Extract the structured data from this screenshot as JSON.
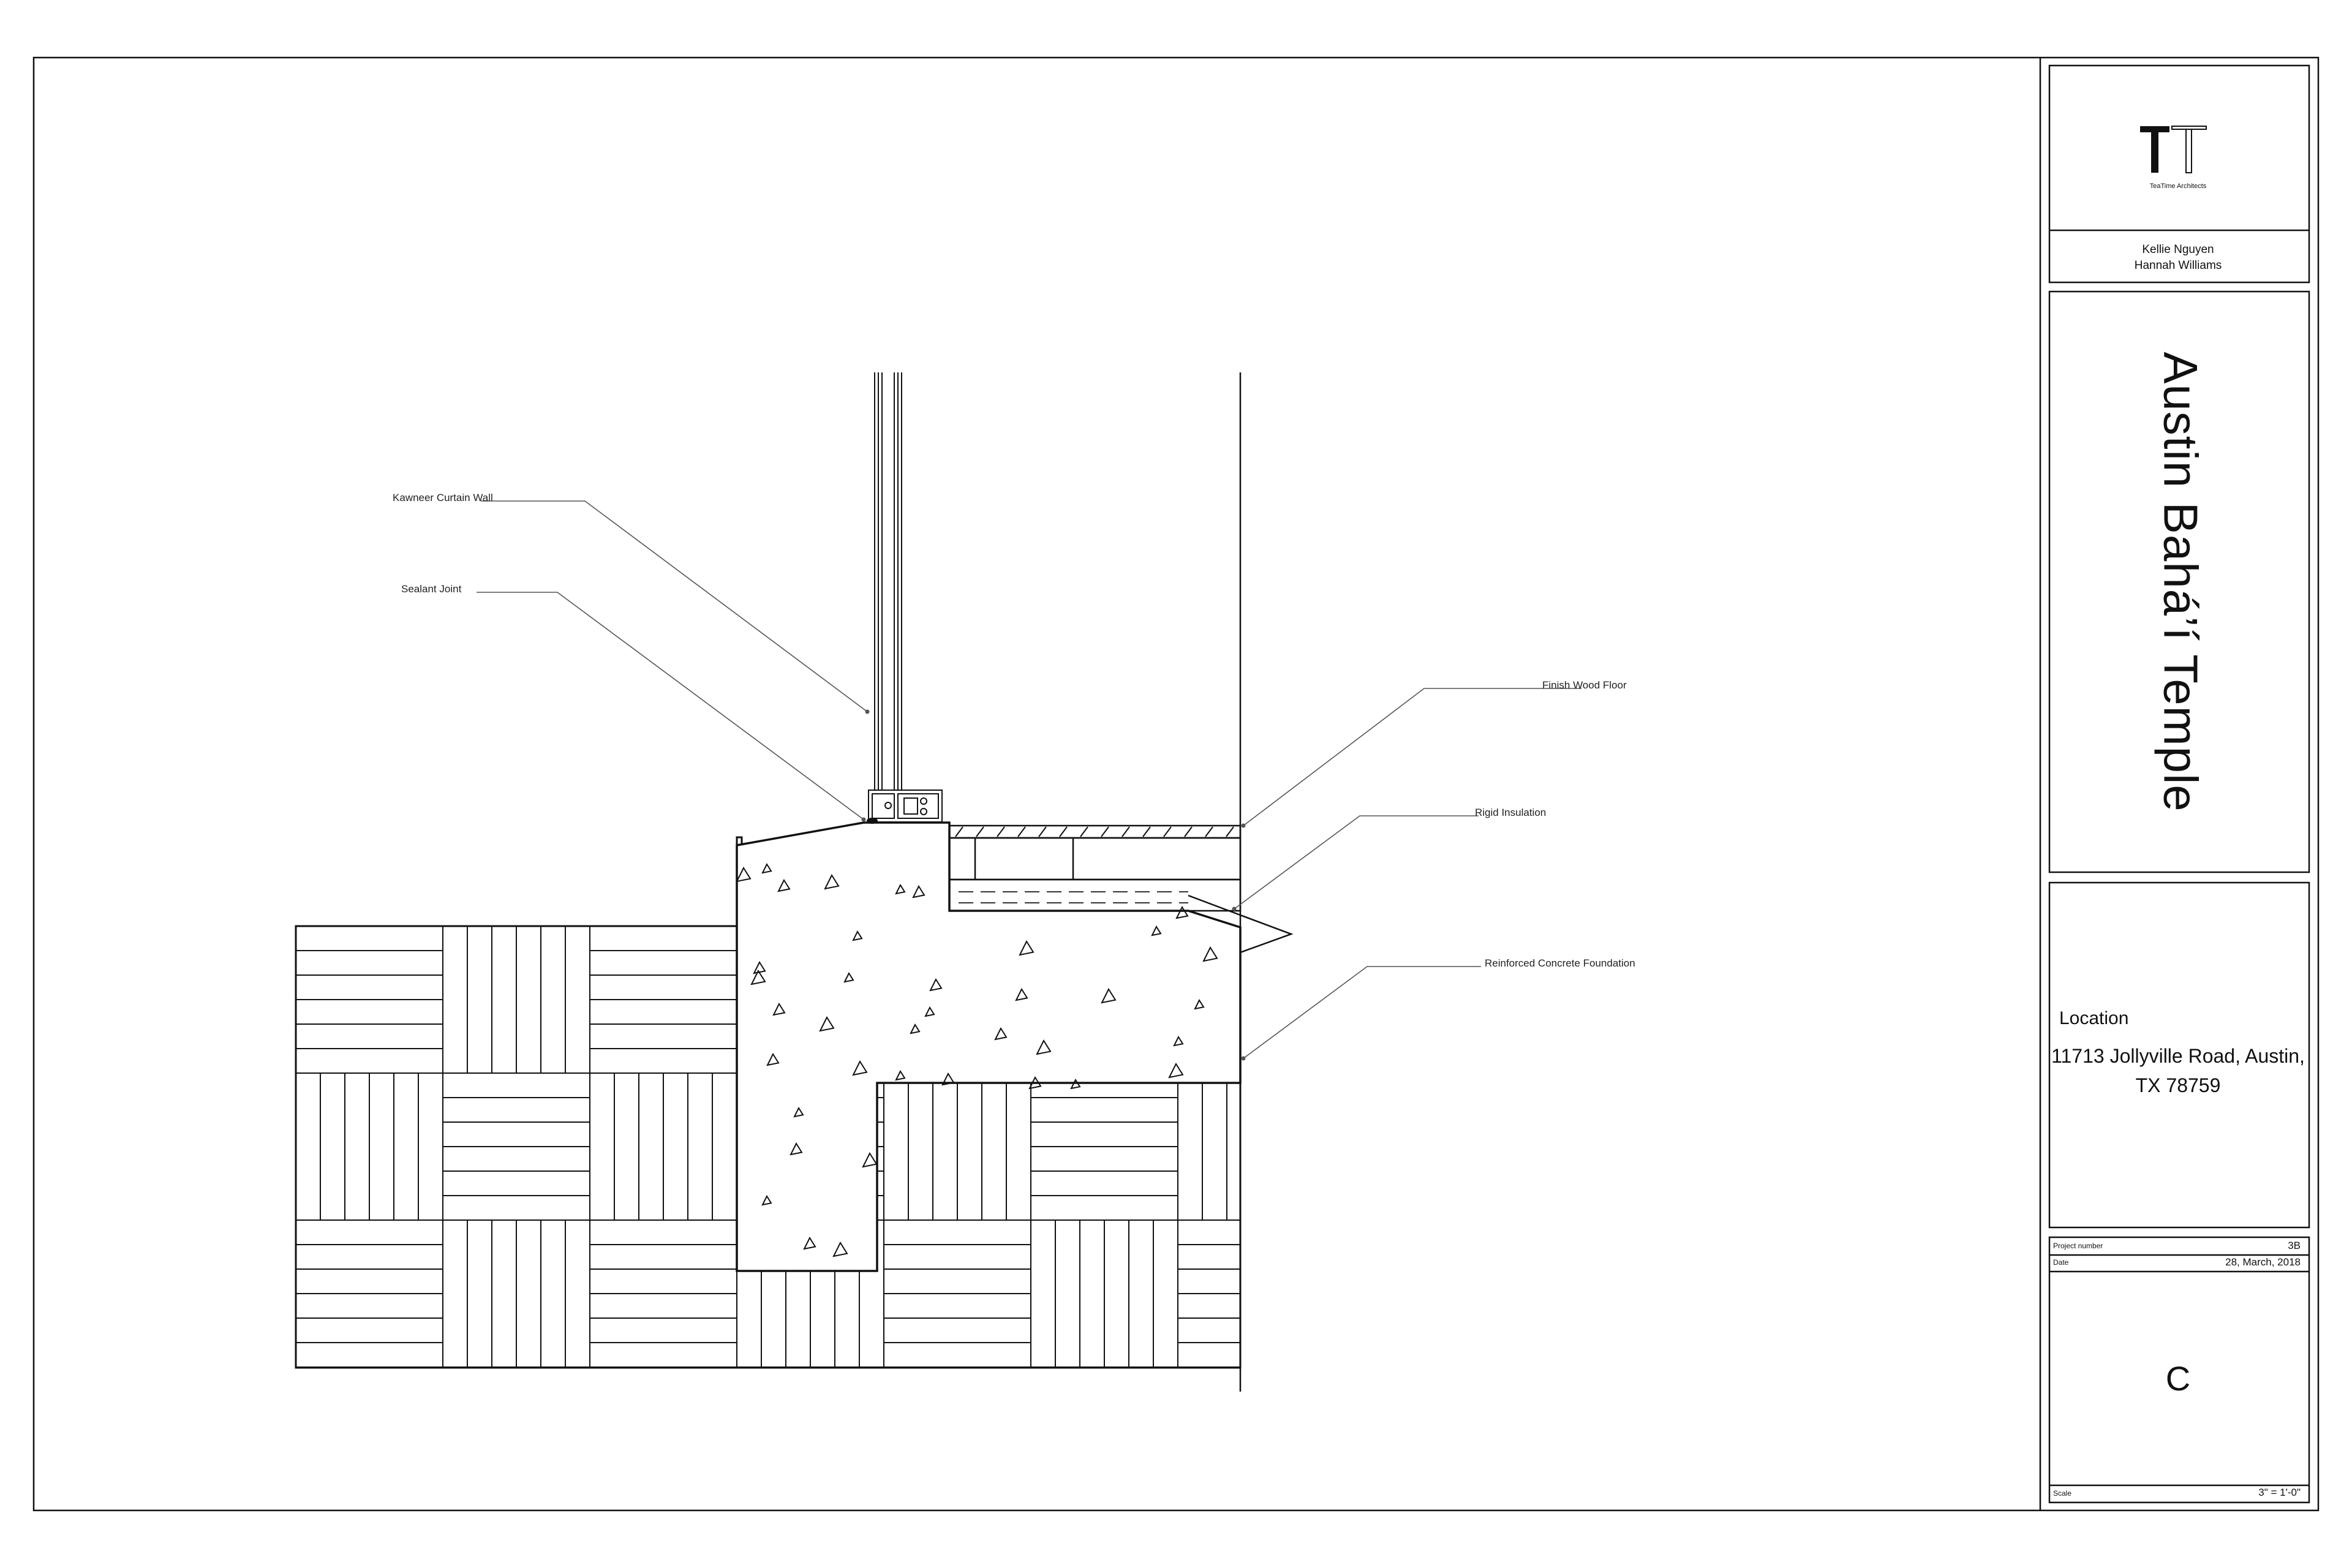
{
  "title_block": {
    "logo_text": "TT",
    "firm_name": "TeaTime Architects",
    "authors": [
      "Kellie Nguyen",
      "Hannah Williams"
    ],
    "project_title": "Austin Bahá’í Temple",
    "location_label": "Location",
    "location_address": "11713 Jollyville Road, Austin, TX 78759",
    "project_number_label": "Project number",
    "project_number": "3B",
    "date_label": "Date",
    "date": "28, March, 2018",
    "sheet_id": "C",
    "scale_label": "Scale",
    "scale": "3\" = 1'-0\""
  },
  "callouts": {
    "curtain_wall": "Kawneer Curtain Wall",
    "sealant_joint": "Sealant Joint",
    "finish_wood_floor": "Finish Wood Floor",
    "rigid_insulation": "Rigid Insulation",
    "concrete_foundation": "Reinforced Concrete Foundation"
  },
  "colors": {
    "line": "#111111",
    "leader": "#555555",
    "background": "#ffffff"
  }
}
